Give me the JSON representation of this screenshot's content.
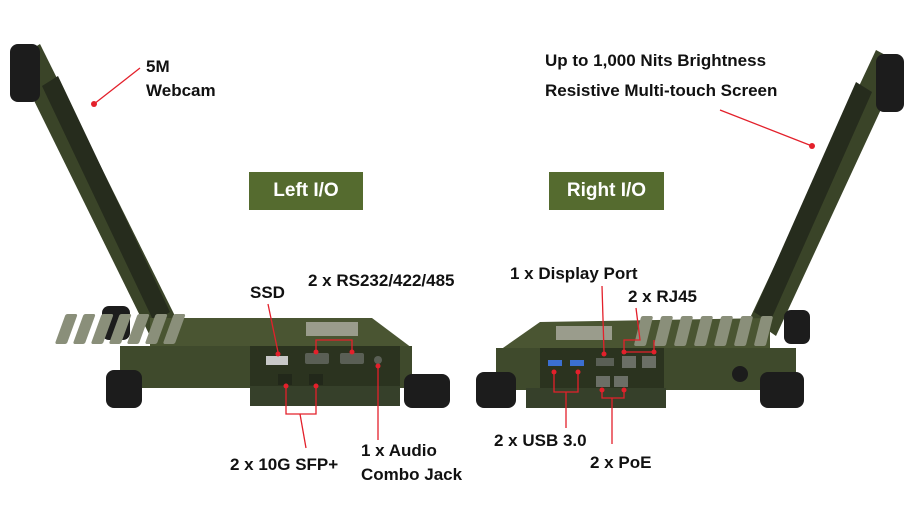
{
  "left_badge": "Left I/O",
  "right_badge": "Right I/O",
  "callouts": {
    "webcam": [
      "5M",
      "Webcam"
    ],
    "brightness": "Up to 1,000 Nits Brightness",
    "touch": "Resistive Multi-touch Screen",
    "ssd": "SSD",
    "serial": "2 x RS232/422/485",
    "sfp": "2 x 10G SFP+",
    "audio": [
      "1 x Audio",
      "Combo Jack"
    ],
    "displayport": "1 x Display Port",
    "rj45": "2 x RJ45",
    "usb": "2 x USB 3.0",
    "poe": "2 x PoE"
  },
  "colors": {
    "accent": "#556b2f",
    "leader": "#e3202b",
    "chassis": "#3f4a2c",
    "chassis_dark": "#2b331f",
    "bumper": "#1c1c1c"
  }
}
